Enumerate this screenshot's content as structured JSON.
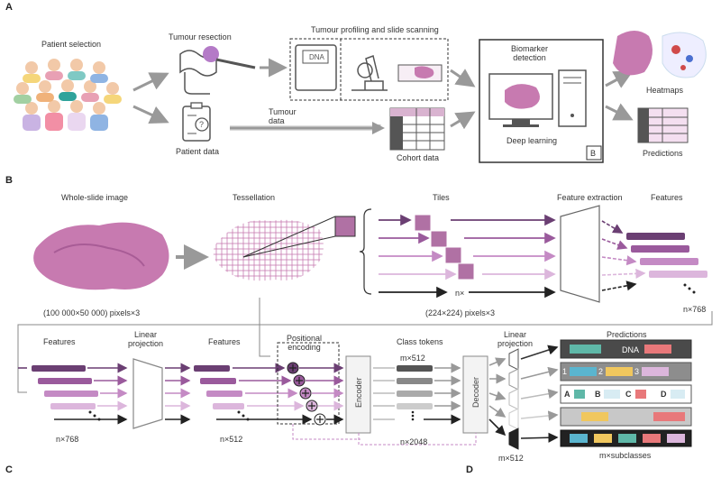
{
  "sections": {
    "a": "A",
    "b": "B",
    "c": "C",
    "d": "D",
    "b_box": "B"
  },
  "panel_a": {
    "patient_selection": "Patient selection",
    "tumour_resection": "Tumour resection",
    "profiling": "Tumour profiling and slide scanning",
    "patient_data": "Patient data",
    "tumour_data": "Tumour\ndata",
    "cohort_data": "Cohort data",
    "biomarker": "Biomarker\ndetection",
    "deep_learning": "Deep learning",
    "heatmaps": "Heatmaps",
    "predictions": "Predictions",
    "dna_glyph": "DNA"
  },
  "panel_b": {
    "wsi": "Whole-slide image",
    "tessellation": "Tessellation",
    "tiles": "Tiles",
    "feature_extraction": "Feature extraction",
    "features": "Features",
    "wsi_dims": "(100 000×50 000) pixels×3",
    "tile_dims": "(224×224) pixels×3",
    "n_times": "n×",
    "n768": "n×768"
  },
  "panel_c": {
    "features_in": "Features",
    "linear_projection": "Linear\nprojection",
    "features_proj": "Features",
    "positional_encoding": "Positional\nencoding",
    "class_tokens": "Class tokens",
    "m512_top": "m×512",
    "encoder": "Encoder",
    "decoder": "Decoder",
    "linear_projection_2": "Linear\nprojection",
    "predictions": "Predictions",
    "n768": "n×768",
    "n512": "n×512",
    "n2048": "n×2048",
    "m512": "m×512",
    "subclasses": "m×subclasses",
    "class_labels": [
      "1",
      "2",
      "3"
    ],
    "letters": [
      "A",
      "B",
      "C",
      "D"
    ]
  },
  "colors": {
    "purple_dark": "#6b3f73",
    "purple_mid": "#9a5a9c",
    "purple_light": "#c48ac4",
    "purple_pale": "#dcb6dc",
    "tissue": "#c77ab0",
    "grey": "#a0a0a0"
  }
}
